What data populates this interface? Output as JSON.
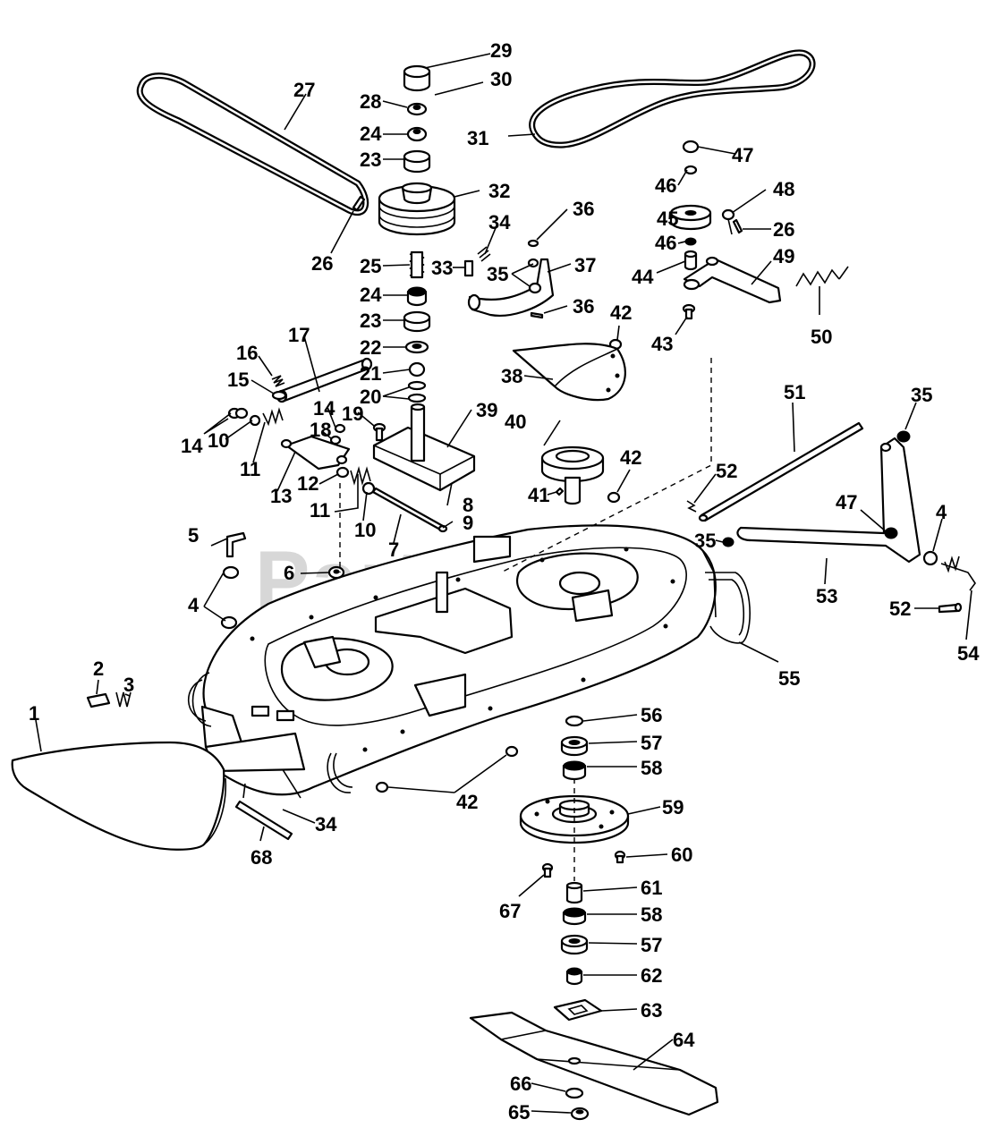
{
  "watermark": "PartsTree",
  "callouts": [
    "1",
    "2",
    "3",
    "4",
    "4",
    "5",
    "6",
    "7",
    "8",
    "9",
    "10",
    "10",
    "11",
    "11",
    "12",
    "13",
    "14",
    "14",
    "15",
    "16",
    "17",
    "18",
    "19",
    "20",
    "21",
    "22",
    "23",
    "23",
    "24",
    "24",
    "25",
    "26",
    "26",
    "27",
    "28",
    "29",
    "30",
    "31",
    "32",
    "33",
    "34",
    "34",
    "35",
    "35",
    "35",
    "36",
    "36",
    "37",
    "38",
    "39",
    "40",
    "41",
    "42",
    "42",
    "42",
    "43",
    "44",
    "45",
    "46",
    "46",
    "47",
    "47",
    "48",
    "49",
    "50",
    "51",
    "52",
    "52",
    "53",
    "54",
    "55",
    "56",
    "57",
    "57",
    "58",
    "58",
    "59",
    "60",
    "61",
    "62",
    "63",
    "64",
    "65",
    "66",
    "67",
    "68"
  ]
}
